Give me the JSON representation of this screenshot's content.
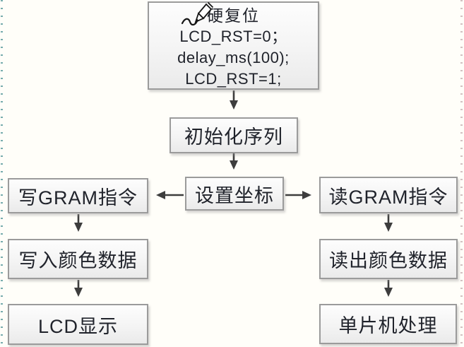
{
  "diagram": {
    "title_node": {
      "icon": "pencil-cursor-icon",
      "title": "硬复位",
      "lines": [
        "LCD_RST=0；",
        "delay_ms(100);",
        "LCD_RST=1;"
      ]
    },
    "nodes": {
      "init_sequence": {
        "label": "初始化序列"
      },
      "set_coordinates": {
        "label": "设置坐标"
      },
      "write_gram_cmd": {
        "label": "写GRAM指令"
      },
      "write_color_data": {
        "label": "写入颜色数据"
      },
      "lcd_display": {
        "label": "LCD显示"
      },
      "read_gram_cmd": {
        "label": "读GRAM指令"
      },
      "read_color_data": {
        "label": "读出颜色数据"
      },
      "mcu_processing": {
        "label": "单片机处理"
      }
    },
    "colors": {
      "box_border": "#9b9b9b",
      "box_fill_top": "#fdfdfd",
      "box_fill_bottom": "#eaeaea",
      "arrow": "#3d3d3d",
      "text": "#20232b",
      "left_guide_dots": "#5f9ea0",
      "right_guide_dots": "#cdbcbc",
      "background": "#fffef9"
    }
  }
}
